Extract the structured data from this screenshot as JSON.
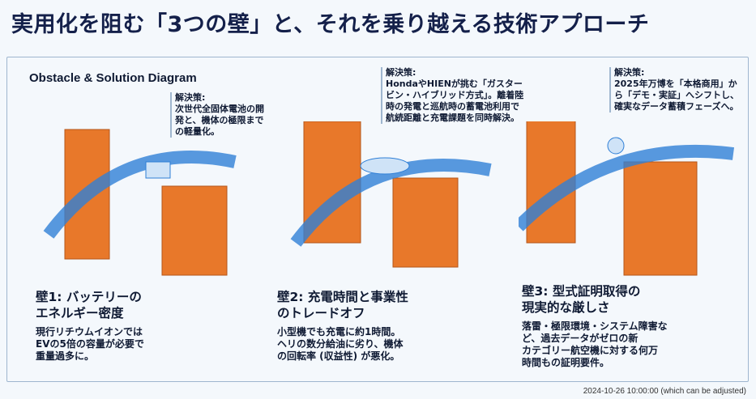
{
  "title": "実用化を阻む「3つの壁」と、それを乗り越える技術アプローチ",
  "subtitle": "Obstacle & Solution Diagram",
  "panels": [
    {
      "solution_label": "解決策:",
      "solution": [
        "次世代全固体電池の開",
        "発と、機体の極限まで",
        "の軽量化。"
      ],
      "wall_title": [
        "壁1: バッテリーの",
        "エネルギー密度"
      ],
      "wall_body": [
        "現行リチウムイオンでは",
        "EVの5倍の容量が必要で",
        "重量過多に。"
      ]
    },
    {
      "solution_label": "解決策:",
      "solution": [
        "HondaやHIENが挑む「ガスター",
        "ビン・ハイブリッド方式」。離着陸",
        "時の発電と巡航時の蓄電池利用で",
        "航続距離と充電課題を同時解決。"
      ],
      "wall_title": [
        "壁2: 充電時間と事業性",
        "のトレードオフ"
      ],
      "wall_body": [
        "小型機でも充電に約1時間。",
        "ヘリの数分給油に劣り、機体",
        "の回転率 (収益性) が悪化。"
      ]
    },
    {
      "solution_label": "解決策:",
      "solution": [
        "2025年万博を「本格商用」か",
        "ら「デモ・実証」へシフトし、",
        "確実なデータ蓄積フェーズへ。"
      ],
      "wall_title": [
        "壁3: 型式証明取得の",
        "現実的な厳しさ"
      ],
      "wall_body": [
        "落雷・極限環境・システム障害な",
        "ど、過去データがゼロの新",
        "カテゴリー航空機に対する何万",
        "時間もの証明要件。"
      ]
    }
  ],
  "timestamp": "2024-10-26 10:00:00 (which can be adjusted)",
  "colors": {
    "brick": "#e8782a",
    "bridge": "#2f7fd6",
    "title": "#14204a"
  }
}
